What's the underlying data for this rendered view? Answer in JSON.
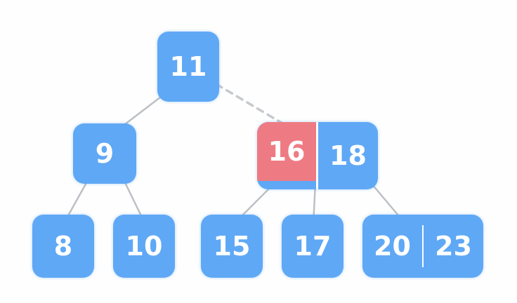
{
  "diagram": {
    "type": "tree-visualization",
    "colors": {
      "node": "#5fa8f5",
      "highlight": "#ee7b83",
      "text": "#ffffff",
      "edge": "#bcbfc4"
    },
    "nodes": {
      "root": {
        "values": [
          "11"
        ]
      },
      "left": {
        "values": [
          "9"
        ]
      },
      "right": {
        "values": [
          "16",
          "18"
        ],
        "highlighted": "16"
      },
      "leaf_ll": {
        "values": [
          "8"
        ]
      },
      "leaf_lr": {
        "values": [
          "10"
        ]
      },
      "leaf_rl": {
        "values": [
          "15"
        ]
      },
      "leaf_rm": {
        "values": [
          "17"
        ]
      },
      "leaf_rr": {
        "values": [
          "20",
          "23"
        ]
      }
    },
    "edges": [
      {
        "from": "11",
        "to": "9",
        "style": "solid"
      },
      {
        "from": "11",
        "to": "16,18",
        "style": "dashed"
      },
      {
        "from": "9",
        "to": "8",
        "style": "solid"
      },
      {
        "from": "9",
        "to": "10",
        "style": "solid"
      },
      {
        "from": "16,18",
        "to": "15",
        "style": "solid"
      },
      {
        "from": "16,18",
        "to": "17",
        "style": "solid"
      },
      {
        "from": "16,18",
        "to": "20,23",
        "style": "solid"
      }
    ]
  }
}
